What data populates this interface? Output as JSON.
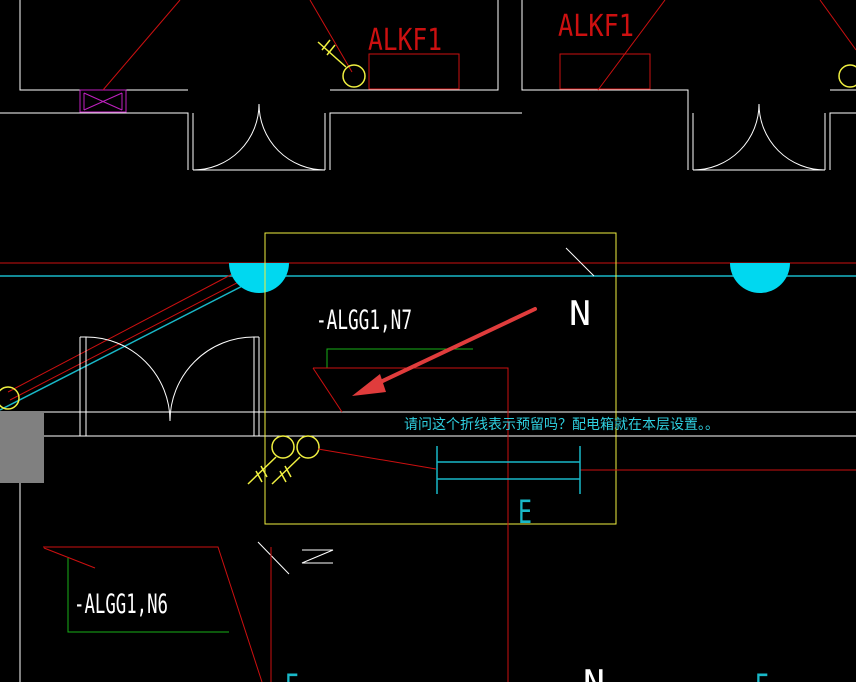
{
  "labels": {
    "room_label_left": "ALKF1",
    "room_label_right": "ALKF1",
    "circuit_n7": "-ALGG1,N7",
    "circuit_n6": "-ALGG1,N6",
    "wire_n_upper": "N",
    "wire_n_bottom": "N",
    "letter_e_center": "E",
    "letter_e_bottom_left": "E",
    "letter_e_bottom_right": "E"
  },
  "annotation": {
    "question": "请问这个折线表示预留吗？配电箱就在本层设置。。"
  },
  "colors": {
    "background": "#000000",
    "walls": "#ffffff",
    "wiring_red": "#cc1010",
    "conduit_cyan": "#19b8c8",
    "fixture_fill": "#00d8f0",
    "highlight_yellow": "#f0f040",
    "green": "#18b018",
    "arrow": "#e03c3c",
    "magenta": "#c020c0",
    "gray_block": "#808080"
  }
}
